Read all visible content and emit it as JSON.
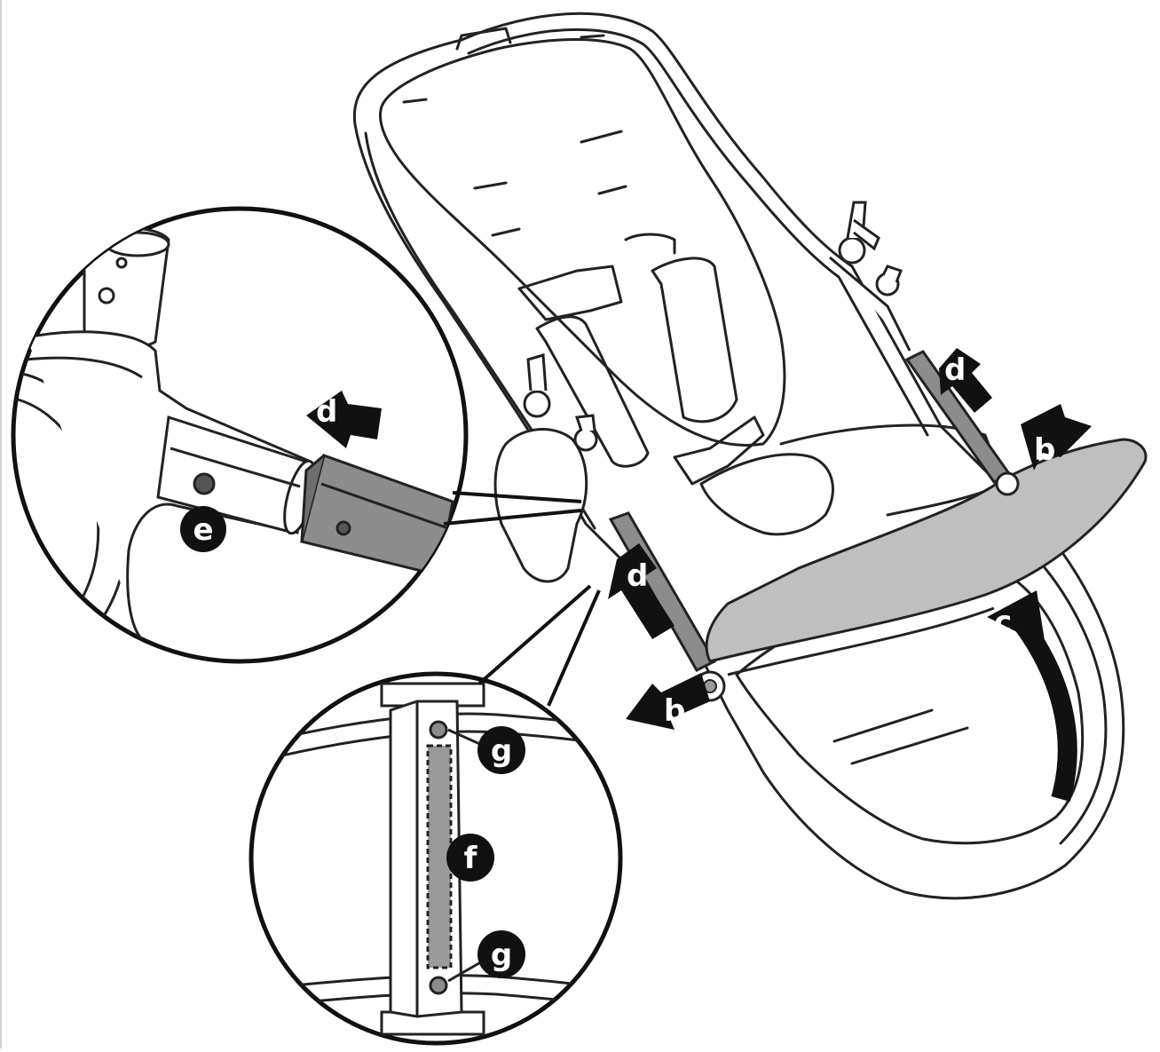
{
  "diagram": {
    "callouts": [
      {
        "id": "b-front-left",
        "text": "b"
      },
      {
        "id": "b-right",
        "text": "b"
      },
      {
        "id": "c",
        "text": "c"
      },
      {
        "id": "d-left",
        "text": "d"
      },
      {
        "id": "d-right",
        "text": "d"
      },
      {
        "id": "d-detail",
        "text": "d"
      },
      {
        "id": "e",
        "text": "e"
      },
      {
        "id": "f",
        "text": "f"
      },
      {
        "id": "g-top",
        "text": "g"
      },
      {
        "id": "g-bottom",
        "text": "g"
      }
    ],
    "colors": {
      "line": "#222222",
      "bumper": "#bfbfbf",
      "tube": "#8c8c8c",
      "tube_dark": "#6e6e6e",
      "badge": "#111111",
      "white": "#ffffff"
    }
  }
}
